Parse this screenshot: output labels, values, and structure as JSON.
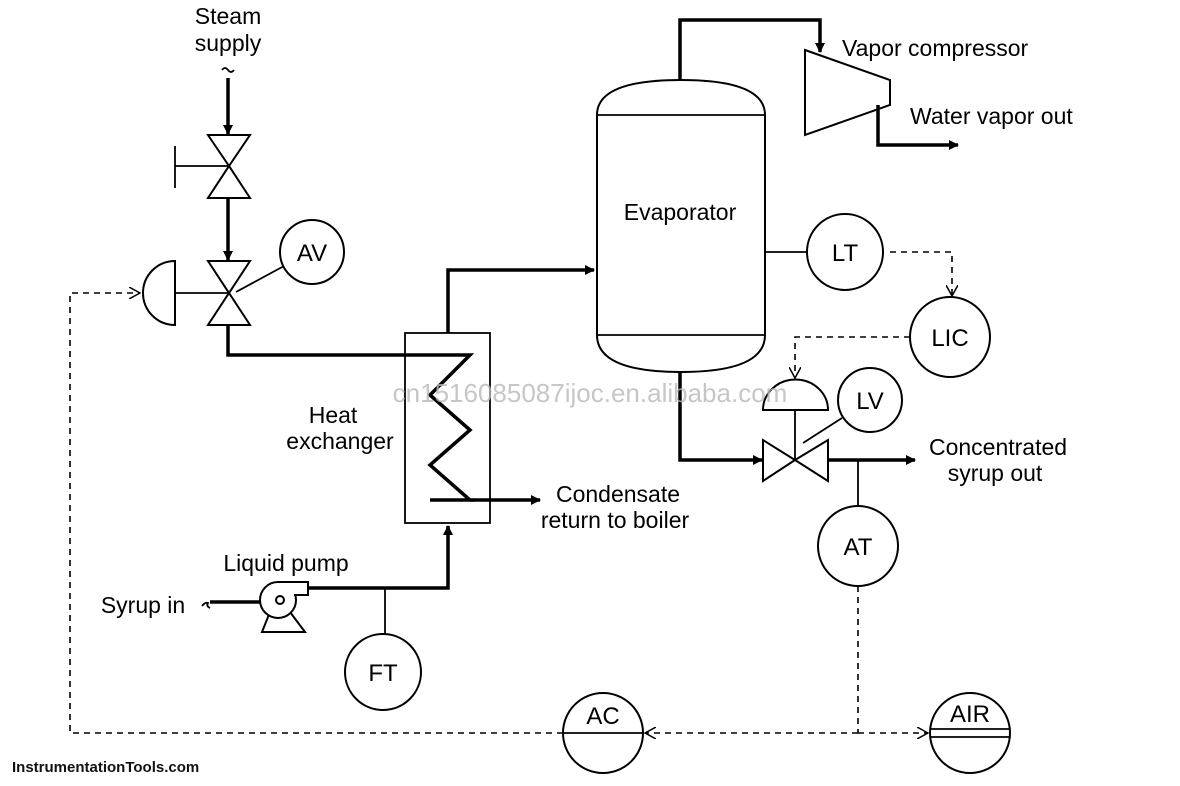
{
  "labels": {
    "steam_supply_1": "Steam",
    "steam_supply_2": "supply",
    "vapor_compressor": "Vapor compressor",
    "water_vapor_out": "Water vapor out",
    "evaporator": "Evaporator",
    "heat_exchanger_1": "Heat",
    "heat_exchanger_2": "exchanger",
    "condensate_1": "Condensate",
    "condensate_2": "return to boiler",
    "concentrated_1": "Concentrated",
    "concentrated_2": "syrup out",
    "liquid_pump": "Liquid pump",
    "syrup_in": "Syrup in"
  },
  "instruments": {
    "av": "AV",
    "lt": "LT",
    "lic": "LIC",
    "lv": "LV",
    "at": "AT",
    "ft": "FT",
    "ac": "AC",
    "air": "AIR"
  },
  "watermark": "cn1516085087ijoc.en.alibaba.com",
  "footer": "InstrumentationTools.com"
}
